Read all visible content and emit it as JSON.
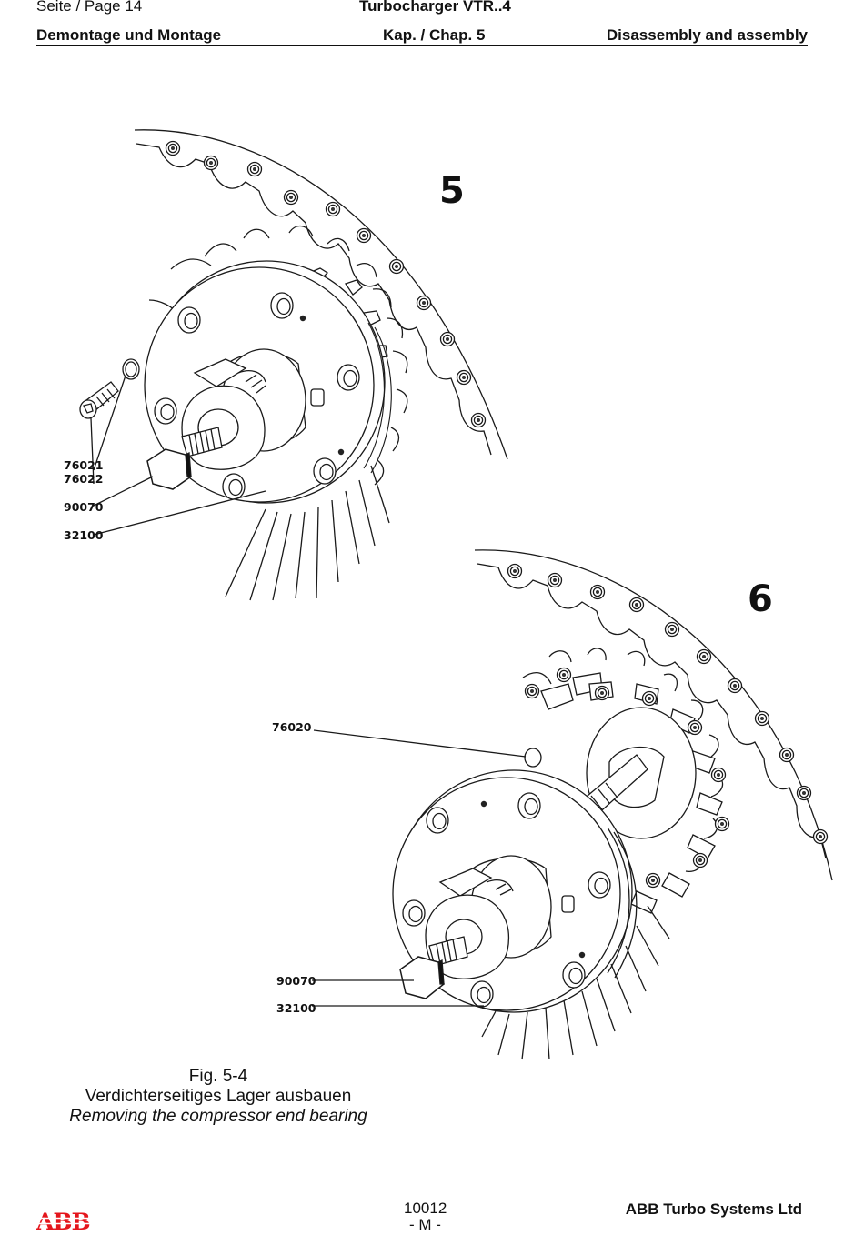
{
  "header": {
    "page_label": "Seite / Page  14",
    "product": "Turbocharger VTR..4",
    "section_de": "Demontage und Montage",
    "chapter": "Kap. / Chap. 5",
    "section_en": "Disassembly and assembly"
  },
  "figure": {
    "step_5": {
      "number": "5",
      "labels": [
        "76021",
        "76022",
        "90070",
        "32100"
      ]
    },
    "step_6": {
      "number": "6",
      "labels": [
        "76020",
        "90070",
        "32100"
      ]
    }
  },
  "caption": {
    "fig_number": "Fig. 5-4",
    "title_de": "Verdichterseitiges Lager ausbauen",
    "title_en": "Removing the compressor end bearing"
  },
  "footer": {
    "doc_number": "10012",
    "revision": "- M -",
    "company": "ABB Turbo Systems Ltd",
    "logo_text": "ABB",
    "logo_color": "#e4161c"
  }
}
